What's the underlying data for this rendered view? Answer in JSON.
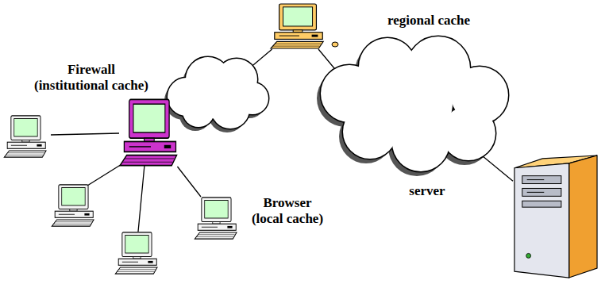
{
  "diagram": {
    "nodes": [
      {
        "text": [
          "Firewall (institutional cache)"
        ]
      },
      {
        "text": [
          "regional cache"
        ]
      },
      {
        "text": [
          "server"
        ]
      },
      {
        "text": [
          "Browser (local cache)"
        ]
      }
    ],
    "edges": [
      {
        "from": 3,
        "to": 0,
        "arrow": "none"
      },
      {
        "from": 0,
        "to": 1,
        "arrow": "none"
      },
      {
        "from": 1,
        "to": 2,
        "arrow": "none"
      }
    ]
  }
}
